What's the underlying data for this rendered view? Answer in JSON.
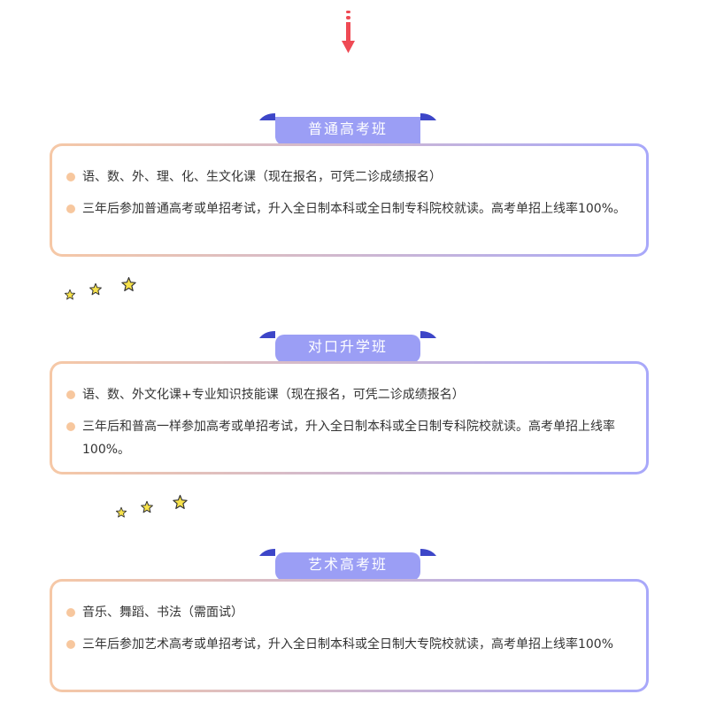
{
  "colors": {
    "ribbon": "#9b9ef5",
    "ribbon_dark": "#3d46c8",
    "border_left": "#f6c8a6",
    "border_right": "#a8a8fa",
    "bullet": "#f7c79e",
    "arrow": "#ef4a54",
    "star": "#f7e24a"
  },
  "sections": [
    {
      "title": "普通高考班",
      "items": [
        "语、数、外、理、化、生文化课（现在报名，可凭二诊成绩报名）",
        "三年后参加普通高考或单招考试，升入全日制本科或全日制专科院校就读。高考单招上线率100%。"
      ]
    },
    {
      "title": "对口升学班",
      "items": [
        "语、数、外文化课+专业知识技能课（现在报名，可凭二诊成绩报名）",
        "三年后和普高一样参加高考或单招考试，升入全日制本科或全日制专科院校就读。高考单招上线率100%。"
      ]
    },
    {
      "title": "艺术高考班",
      "items": [
        "音乐、舞蹈、书法（需面试）",
        "三年后参加艺术高考或单招考试，升入全日制本科或全日制大专院校就读，高考单招上线率100%"
      ]
    }
  ]
}
